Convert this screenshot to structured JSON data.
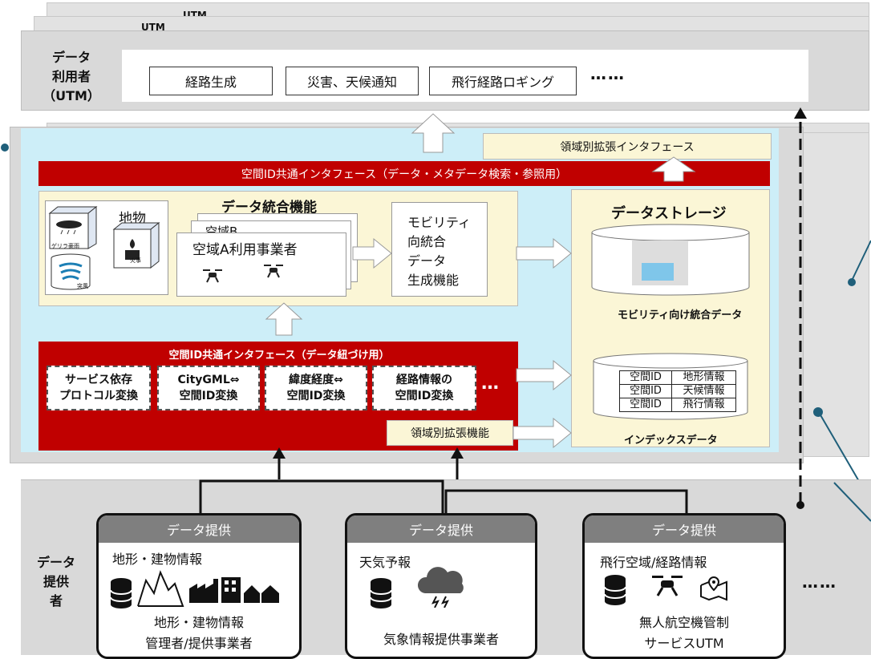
{
  "top": {
    "utm_back_label": "UTM",
    "utm_mid_label": "UTM",
    "user_label": "データ\n利用者\n（UTM）",
    "apps": [
      "経路生成",
      "災害、天候通知",
      "飛行経路ロギング"
    ],
    "ellipsis": "……"
  },
  "middle": {
    "ext_interface": "領域別拡張インタフェース",
    "ref_interface": "空間ID共通インタフェース（データ・メタデータ検索・参照用）",
    "integration_title": "データ統合機能",
    "feature_label": "地物",
    "icon_labels": [
      "ゲリラ豪雨",
      "火事",
      "突風"
    ],
    "airspace_b": "空域B",
    "airspace_a": "空域A利用事業者",
    "mobility_gen": "モビリティ\n向統合\nデータ\n生成機能",
    "link_interface": "空間ID共通インタフェース（データ紐づけ用）",
    "conversions": [
      "サービス依存\nプロトコル変換",
      "CityGML⇔\n空間ID変換",
      "緯度経度⇔\n空間ID変換",
      "経路情報の\n空間ID変換"
    ],
    "conv_ellipsis": "…",
    "ext_function": "領域別拡張機能",
    "storage_title": "データストレージ",
    "mobility_data": "モビリティ向け統合データ",
    "index_rows": [
      [
        "空間ID",
        "地形情報"
      ],
      [
        "空間ID",
        "天候情報"
      ],
      [
        "空間ID",
        "飛行情報"
      ]
    ],
    "index_label": "インデックスデータ"
  },
  "bottom": {
    "provider_label": "データ\n提供\n者",
    "providers": [
      {
        "head": "データ提供",
        "info": "地形・建物情報",
        "name": "地形・建物情報\n管理者/提供事業者"
      },
      {
        "head": "データ提供",
        "info": "天気予報",
        "name": "気象情報提供事業者"
      },
      {
        "head": "データ提供",
        "info": "飛行空域/経路情報",
        "name": "無人航空機管制\nサービスUTM"
      }
    ],
    "ellipsis": "……"
  },
  "colors": {
    "red": "#c00000",
    "light_blue": "#cdeef8",
    "cream": "#fbf6d6",
    "gray": "#d9d9d9",
    "teal": "#1f5f7a"
  }
}
